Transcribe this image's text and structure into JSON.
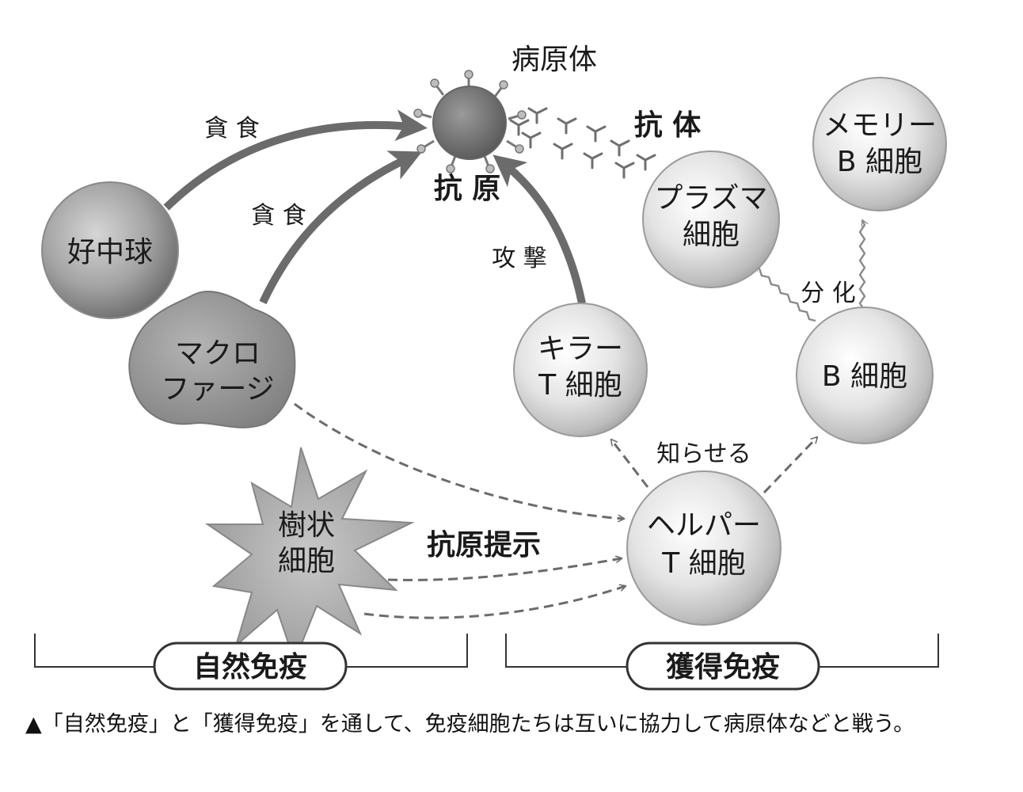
{
  "nodes": {
    "pathogen": "病原体",
    "antigen": "抗 原",
    "antibody": "抗 体",
    "neutrophil": "好中球",
    "macrophage": [
      "マクロ",
      "ファージ"
    ],
    "dendritic": [
      "樹状",
      "細胞"
    ],
    "killer_t": [
      "キラー",
      "T 細胞"
    ],
    "helper_t": [
      "ヘルパー",
      "T 細胞"
    ],
    "b_cell": "B 細胞",
    "plasma": [
      "プラズマ",
      "細胞"
    ],
    "memory_b": [
      "メモリー",
      "B 細胞"
    ]
  },
  "edges": {
    "phagocytosis_1": "貪 食",
    "phagocytosis_2": "貪 食",
    "attack": "攻 撃",
    "differentiate": "分 化",
    "notify": "知らせる",
    "present": "抗原提示"
  },
  "groups": {
    "innate": "自然免疫",
    "adaptive": "獲得免疫"
  },
  "caption": {
    "marker": "▲",
    "text": "「自然免疫」と「獲得免疫」を通して、免疫細胞たちは互いに協力して病原体などと戦う。"
  }
}
